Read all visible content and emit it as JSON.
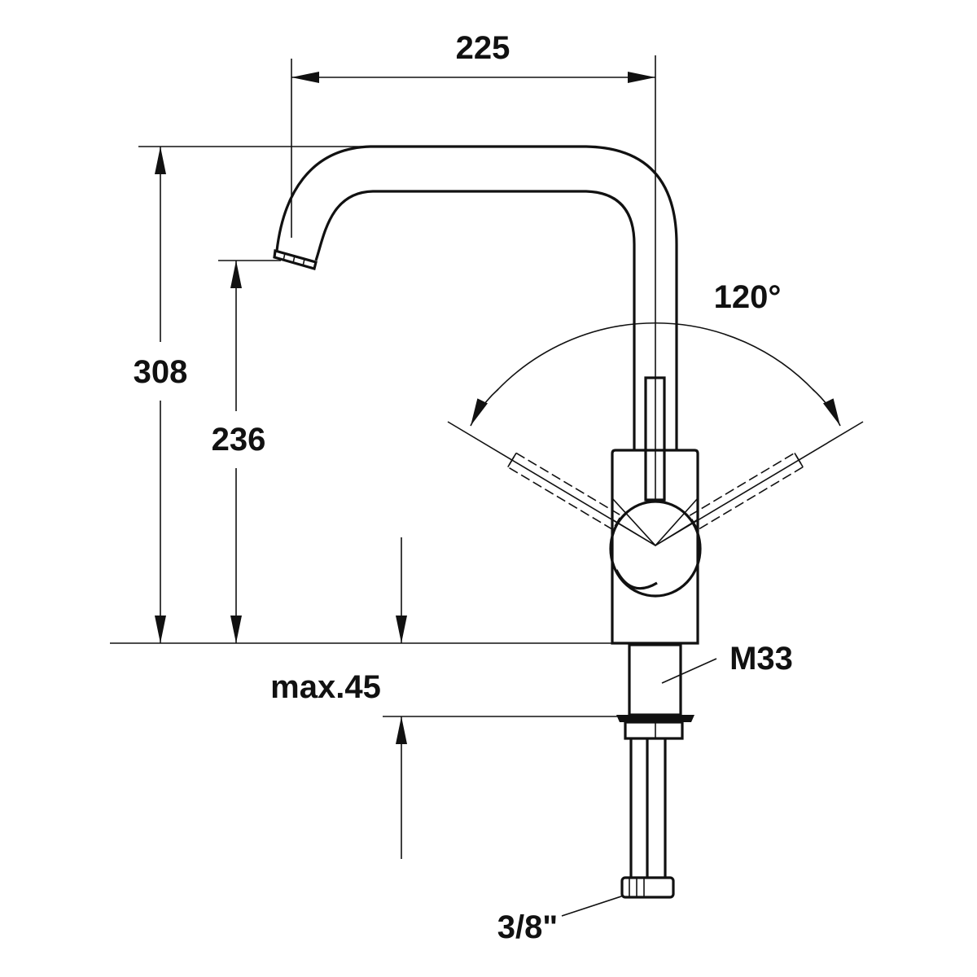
{
  "drawing": {
    "dimensions": {
      "spout_reach": "225",
      "total_height": "308",
      "spout_outlet_height": "236",
      "max_counter_thickness": "max.45",
      "swivel_angle": "120°",
      "thread": "M33",
      "connection": "3/8\""
    },
    "line_color": "#111111",
    "background": "#ffffff"
  }
}
